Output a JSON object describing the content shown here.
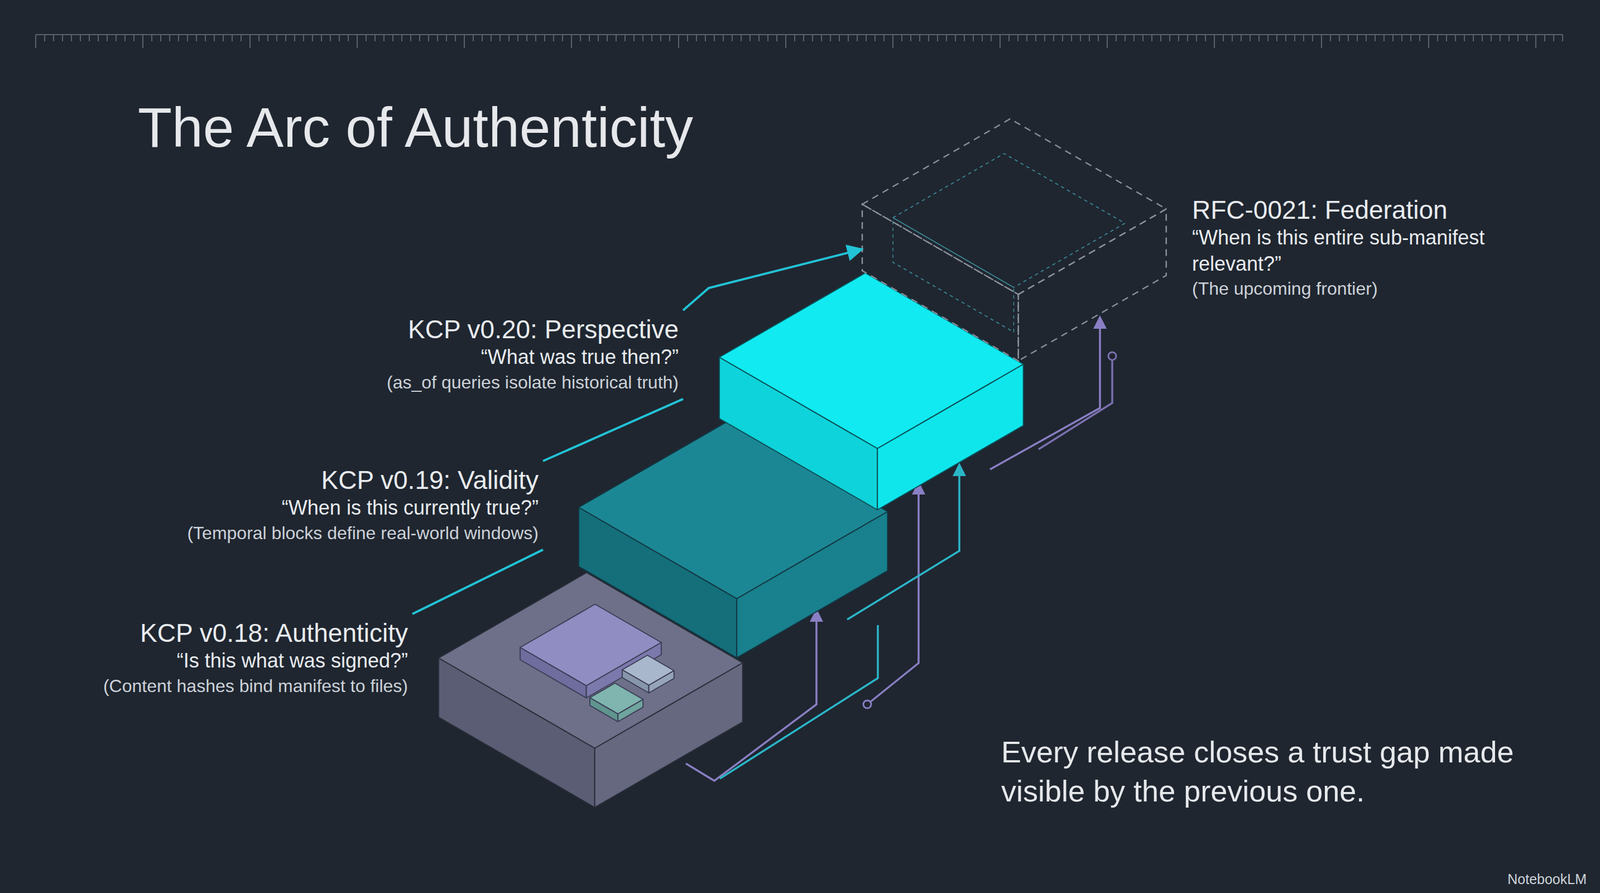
{
  "diagram": {
    "title": "The Arc of Authenticity",
    "caption": "Every release closes a trust gap made visible by the previous one.",
    "nodes": [
      {
        "text": [
          "KCP v0.18: Authenticity",
          "“Is this what was signed?”",
          "(Content hashes bind manifest to files)"
        ]
      },
      {
        "text": [
          "KCP v0.19: Validity",
          "“When is this currently true?”",
          "(Temporal blocks define real-world windows)"
        ]
      },
      {
        "text": [
          "KCP v0.20: Perspective",
          "“What was true then?”",
          "(as_of queries isolate historical truth)"
        ]
      },
      {
        "text": [
          "RFC-0021: Federation",
          "“When is this entire sub-manifest relevant?”",
          "(The upcoming frontier)"
        ]
      }
    ],
    "edges": [
      {
        "from": 0,
        "to": 1,
        "arrow": "none"
      },
      {
        "from": 1,
        "to": 2,
        "arrow": "none"
      },
      {
        "from": 2,
        "to": 3,
        "arrow": "to"
      }
    ],
    "labels": [
      "NotebookLM"
    ]
  }
}
